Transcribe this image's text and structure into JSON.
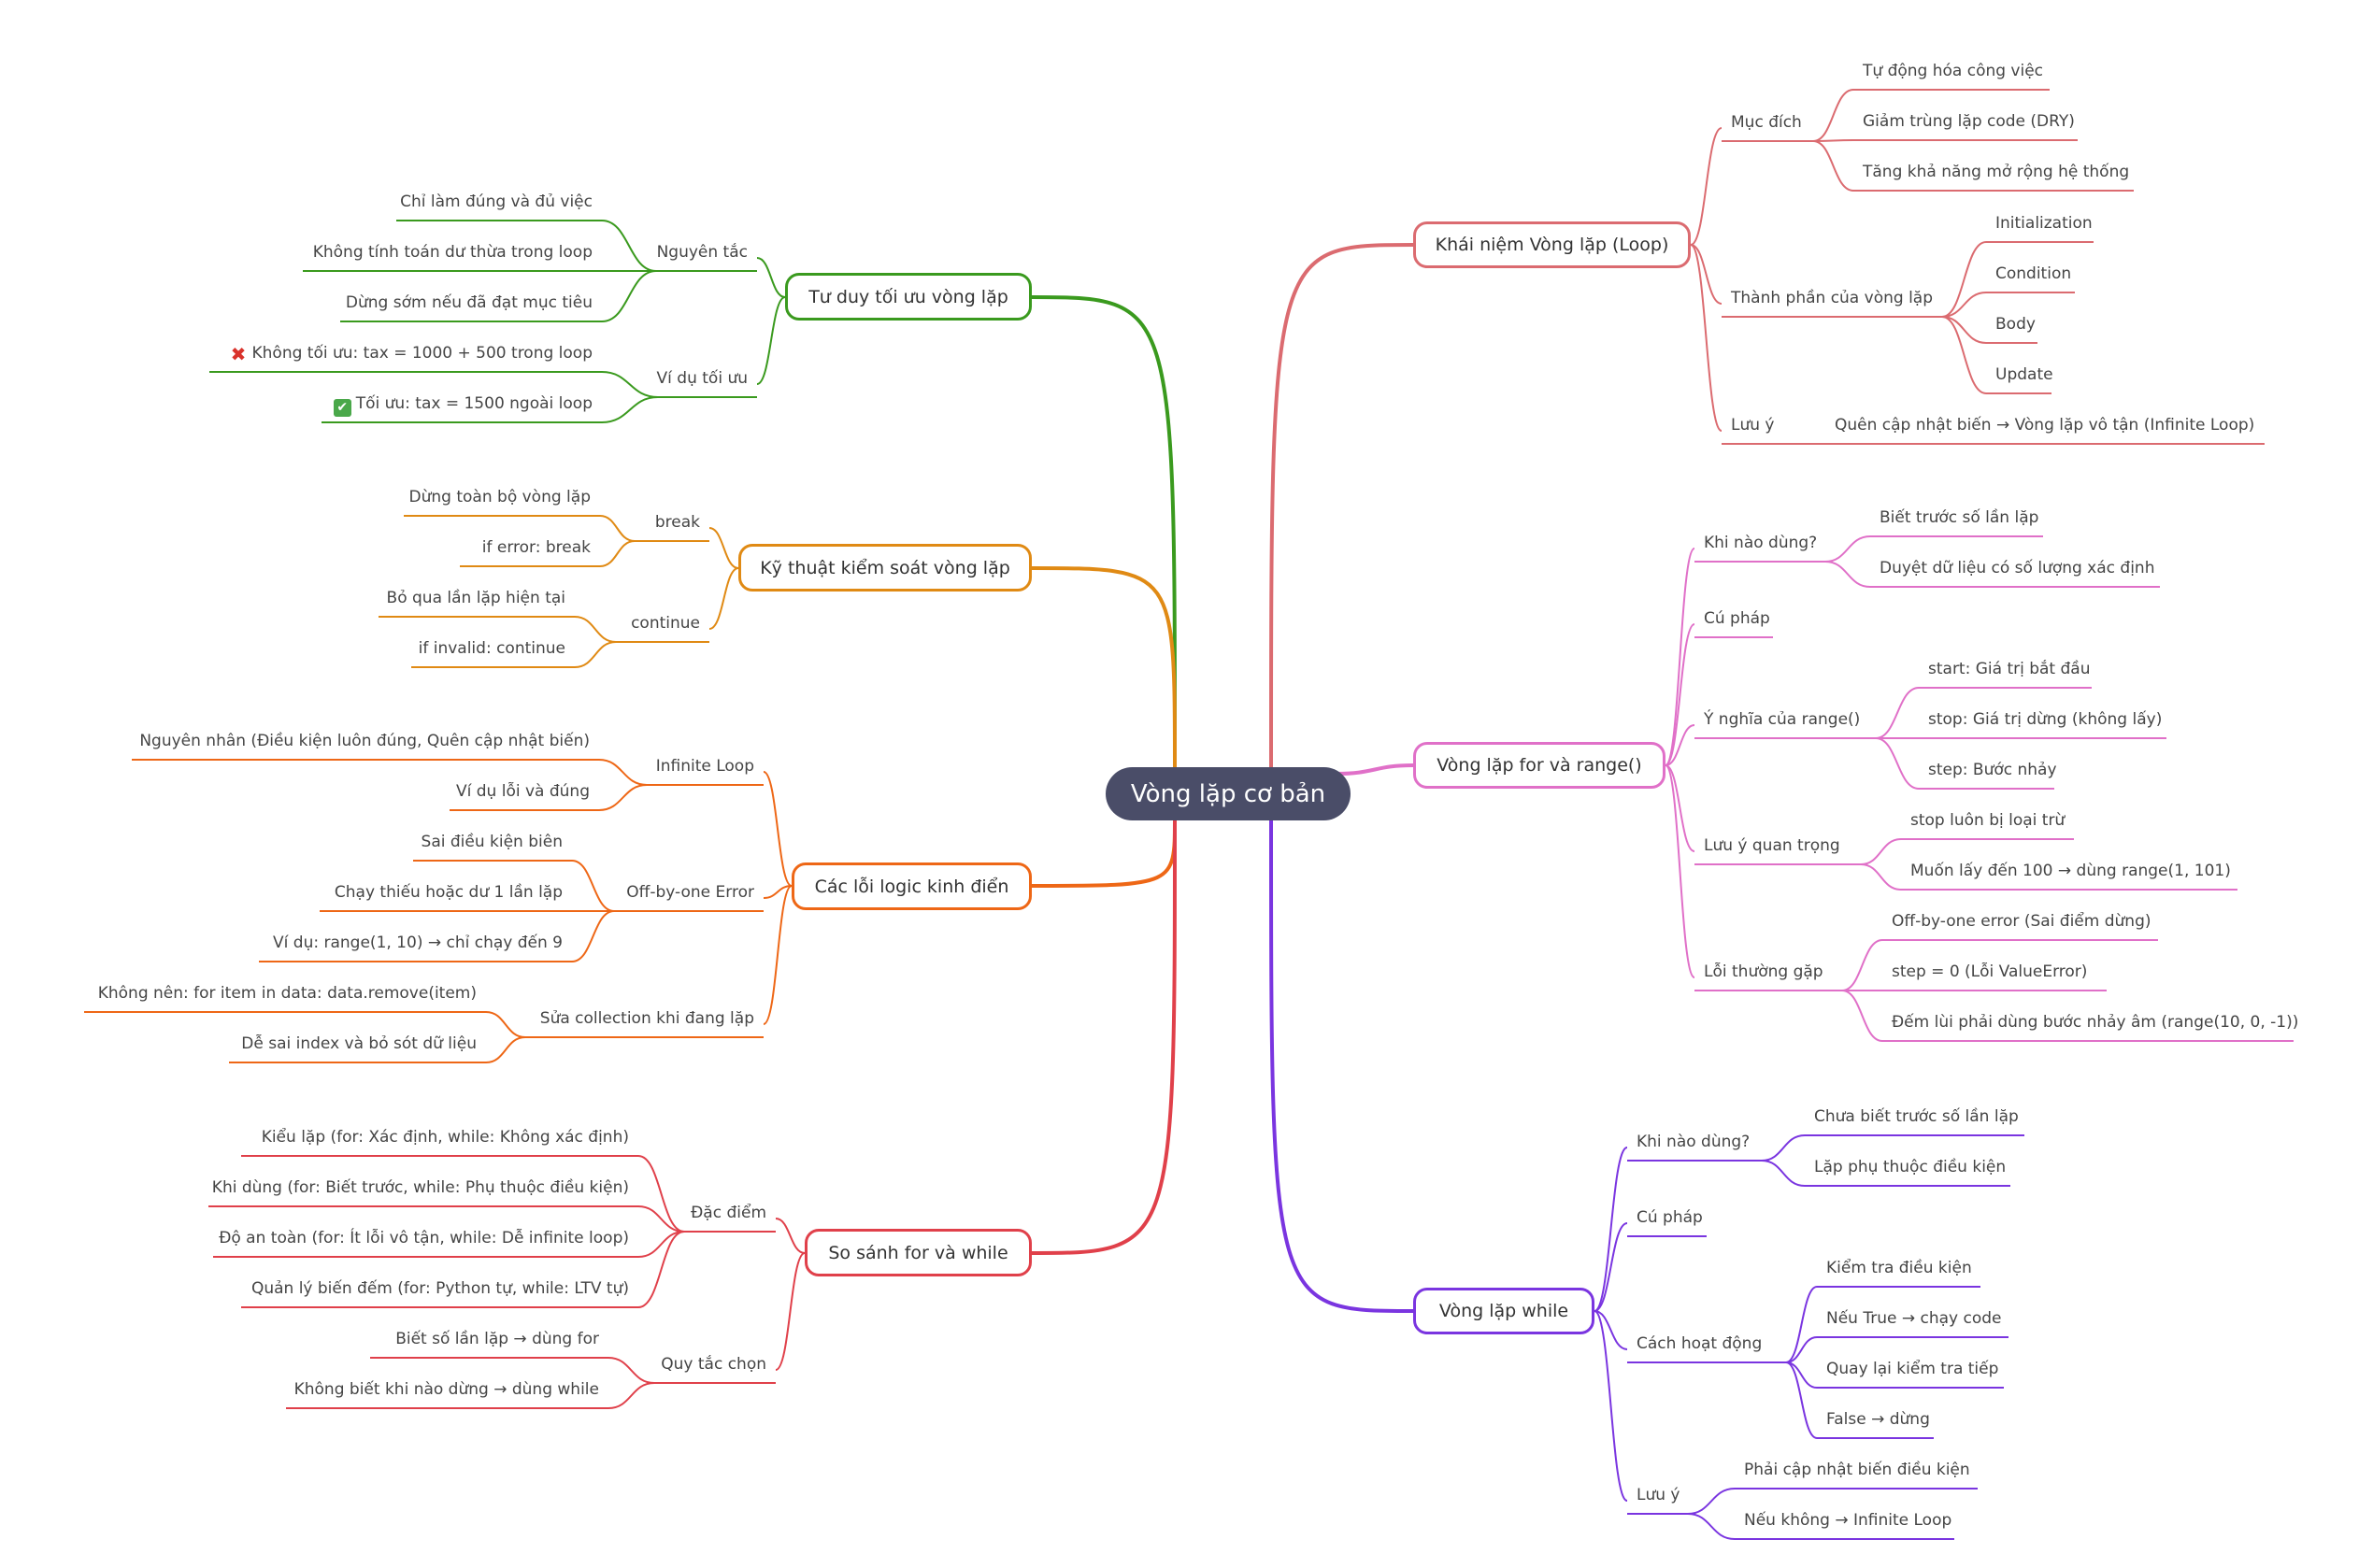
{
  "root": "Vòng lặp cơ bản",
  "icons": {
    "cross": "cross-mark-icon",
    "check": "check-mark-icon"
  },
  "colors": {
    "concept": "#db6b70",
    "for_range": "#e070c8",
    "while": "#7a35e0",
    "optimize": "#3a9a1e",
    "control": "#e08a14",
    "errors": "#ee6716",
    "compare": "#e0404a",
    "root_bg": "#4a4d68"
  },
  "right_branches": [
    {
      "label": "Khái niệm Vòng lặp (Loop)",
      "groups": [
        {
          "label": "Mục đích",
          "leaves": [
            "Tự động hóa công việc",
            "Giảm trùng lặp code (DRY)",
            "Tăng khả năng mở rộng hệ thống"
          ]
        },
        {
          "label": "Thành phần của vòng lặp",
          "leaves": [
            "Initialization",
            "Condition",
            "Body",
            "Update"
          ]
        },
        {
          "label": "Lưu ý",
          "leaves": [
            "Quên cập nhật biến → Vòng lặp vô tận (Infinite Loop)"
          ]
        }
      ]
    },
    {
      "label": "Vòng lặp for và range()",
      "groups": [
        {
          "label": "Khi nào dùng?",
          "leaves": [
            "Biết trước số lần lặp",
            "Duyệt dữ liệu có số lượng xác định"
          ]
        },
        {
          "label": "Cú pháp",
          "leaves": []
        },
        {
          "label": "Ý nghĩa của range()",
          "leaves": [
            "start: Giá trị bắt đầu",
            "stop: Giá trị dừng (không lấy)",
            "step: Bước nhảy"
          ]
        },
        {
          "label": "Lưu ý quan trọng",
          "leaves": [
            "stop luôn bị loại trừ",
            "Muốn lấy đến 100 → dùng range(1, 101)"
          ]
        },
        {
          "label": "Lỗi thường gặp",
          "leaves": [
            "Off-by-one error (Sai điểm dừng)",
            "step = 0 (Lỗi ValueError)",
            "Đếm lùi phải dùng bước nhảy âm (range(10, 0, -1))"
          ]
        }
      ]
    },
    {
      "label": "Vòng lặp while",
      "groups": [
        {
          "label": "Khi nào dùng?",
          "leaves": [
            "Chưa biết trước số lần lặp",
            "Lặp phụ thuộc điều kiện"
          ]
        },
        {
          "label": "Cú pháp",
          "leaves": []
        },
        {
          "label": "Cách hoạt động",
          "leaves": [
            "Kiểm tra điều kiện",
            "Nếu True → chạy code",
            "Quay lại kiểm tra tiếp",
            "False → dừng"
          ]
        },
        {
          "label": "Lưu ý",
          "leaves": [
            "Phải cập nhật biến điều kiện",
            "Nếu không → Infinite Loop"
          ]
        }
      ]
    }
  ],
  "left_branches": [
    {
      "label": "Tư duy tối ưu vòng lặp",
      "groups": [
        {
          "label": "Nguyên tắc",
          "leaves": [
            "Chỉ làm đúng và đủ việc",
            "Không tính toán dư thừa trong loop",
            "Dừng sớm nếu đã đạt mục tiêu"
          ]
        },
        {
          "label": "Ví dụ tối ưu",
          "leaves": [
            "Không tối ưu: tax = 1000 + 500 trong loop",
            "Tối ưu: tax = 1500 ngoài loop"
          ]
        }
      ]
    },
    {
      "label": "Kỹ thuật kiểm soát vòng lặp",
      "groups": [
        {
          "label": "break",
          "leaves": [
            "Dừng toàn bộ vòng lặp",
            "if error: break"
          ]
        },
        {
          "label": "continue",
          "leaves": [
            "Bỏ qua lần lặp hiện tại",
            "if invalid: continue"
          ]
        }
      ]
    },
    {
      "label": "Các lỗi logic kinh điển",
      "groups": [
        {
          "label": "Infinite Loop",
          "leaves": [
            "Nguyên nhân (Điều kiện luôn đúng, Quên cập nhật biến)",
            "Ví dụ lỗi và đúng"
          ]
        },
        {
          "label": "Off-by-one Error",
          "leaves": [
            "Sai điều kiện biên",
            "Chạy thiếu hoặc dư 1 lần lặp",
            "Ví dụ: range(1, 10) → chỉ chạy đến 9"
          ]
        },
        {
          "label": "Sửa collection khi đang lặp",
          "leaves": [
            "Không nên: for item in data: data.remove(item)",
            "Dễ sai index và bỏ sót dữ liệu"
          ]
        }
      ]
    },
    {
      "label": "So sánh for và while",
      "groups": [
        {
          "label": "Đặc điểm",
          "leaves": [
            "Kiểu lặp (for: Xác định, while: Không xác định)",
            "Khi dùng (for: Biết trước, while: Phụ thuộc điều kiện)",
            "Độ an toàn (for: Ít lỗi vô tận, while: Dễ infinite loop)",
            "Quản lý biến đếm (for: Python tự, while: LTV tự)"
          ]
        },
        {
          "label": "Quy tắc chọn",
          "leaves": [
            "Biết số lần lặp → dùng for",
            "Không biết khi nào dừng → dùng while"
          ]
        }
      ]
    }
  ]
}
